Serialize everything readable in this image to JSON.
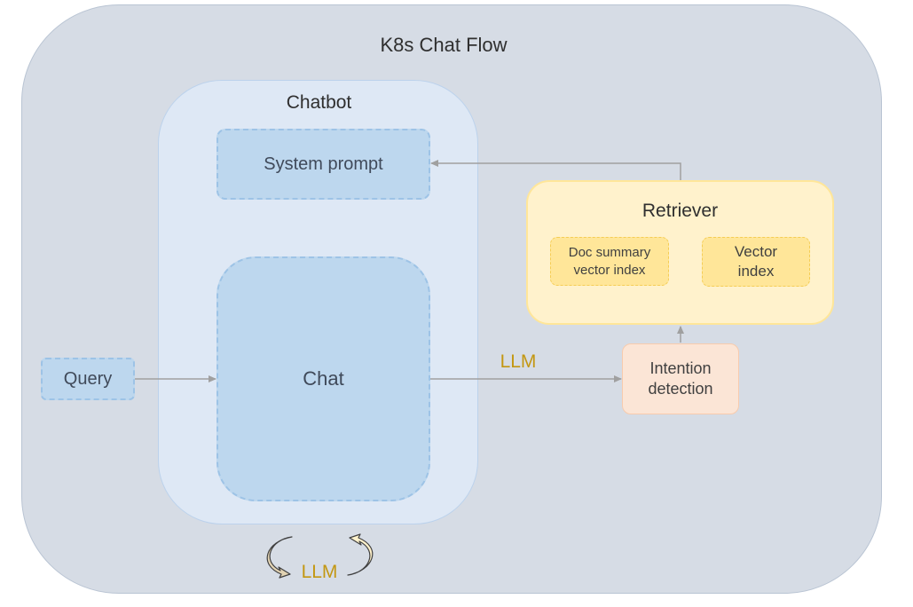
{
  "diagram": {
    "title": "K8s Chat Flow",
    "chatbot": {
      "title": "Chatbot",
      "system_prompt": "System prompt",
      "chat": "Chat"
    },
    "query": "Query",
    "retriever": {
      "title": "Retriever",
      "doc_summary_index_line1": "Doc summary",
      "doc_summary_index_line2": "vector index",
      "vector_index_line1": "Vector",
      "vector_index_line2": "index"
    },
    "intention_line1": "Intention",
    "intention_line2": "detection",
    "edge_label": "LLM",
    "loop_label": "LLM"
  },
  "colors": {
    "background": "#d6dce5",
    "blue_box": "#bdd7ee",
    "retriever": "#fff2cc",
    "index_box": "#ffe699",
    "intention": "#fbe5d6",
    "llm_text": "#c39712",
    "arrow": "#a0a0a0"
  },
  "icons": [
    "loop-arrow-icon",
    "loop-arrow-icon"
  ]
}
